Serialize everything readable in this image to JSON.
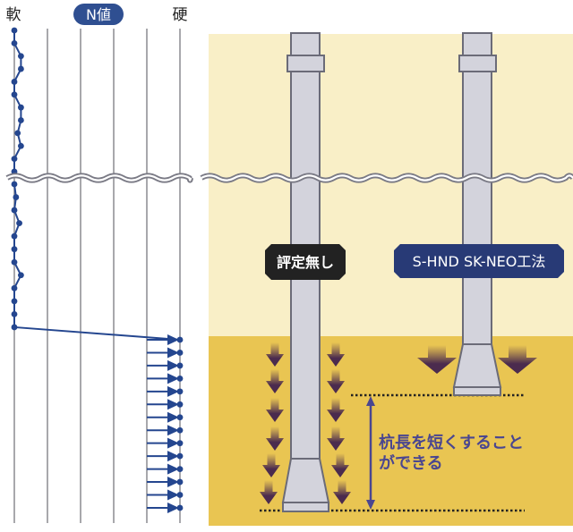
{
  "header": {
    "soft_label": "軟",
    "n_value_label": "N値",
    "hard_label": "硬"
  },
  "n_profile": {
    "value_scale": "fraction of soft-to-hard axis (0 = soft, 1 = hard)",
    "upper_segment": [
      0,
      0,
      0.04,
      0.04,
      0,
      0,
      0.04,
      0.04,
      0.02,
      0.04,
      0,
      0
    ],
    "lower_segment": [
      0,
      0.01,
      0,
      0.03,
      0,
      0,
      0,
      0.04,
      0,
      0,
      0,
      0
    ],
    "bearing_layer": [
      1,
      1,
      1,
      1,
      1,
      1,
      1,
      1,
      1,
      1,
      1,
      1,
      1,
      1
    ]
  },
  "piles": [
    {
      "label": "評定無し"
    },
    {
      "label": "S-HND SK-NEO工法"
    }
  ],
  "annotation": {
    "line1": "杭長を短くすること",
    "line2": "ができる"
  },
  "colors": {
    "profile_blue": "#24468f",
    "n_badge": "#2f4f91",
    "grid": "#8c8c90",
    "soft_soil": "#f9efc7",
    "bearing_soil": "#e9c552",
    "pile_fill": "#d3d3dc",
    "pile_stroke": "#6b6b78",
    "badge_plain": "#222222",
    "badge_method": "#283a76",
    "friction_arrow": "#4b2b4e",
    "annotation": "#4a4690"
  }
}
